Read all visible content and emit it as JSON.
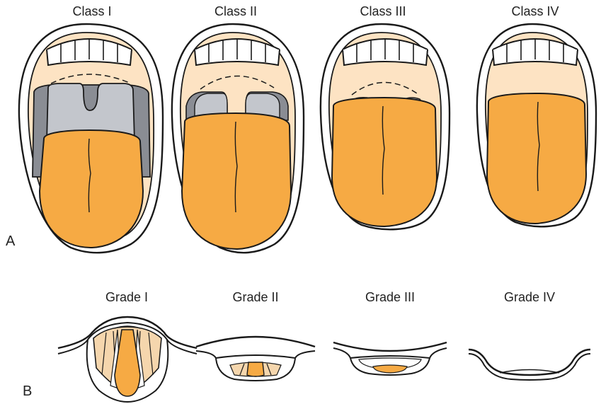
{
  "panel_a": {
    "letter": "A",
    "titles": [
      "Class I",
      "Class II",
      "Class III",
      "Class IV"
    ]
  },
  "panel_b": {
    "letter": "B",
    "titles": [
      "Grade I",
      "Grade II",
      "Grade III",
      "Grade IV"
    ]
  },
  "colors": {
    "outline": "#1a1a1a",
    "tongue": "#f6aa44",
    "palate": "#fde3c3",
    "uvula": "#c3c6cc",
    "pillar_dark": "#8a8d94",
    "cords": "#f5d6ad",
    "white": "#ffffff"
  }
}
